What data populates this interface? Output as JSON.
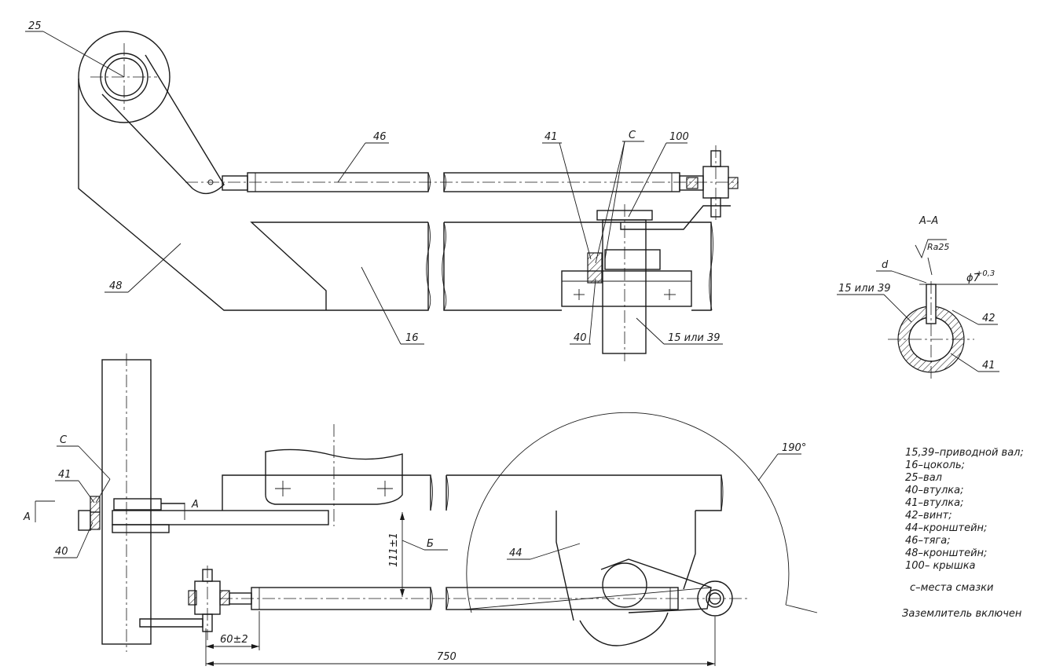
{
  "callouts": {
    "c25": "25",
    "c46": "46",
    "c41_top": "41",
    "c_top": "С",
    "c100": "100",
    "c48": "48",
    "c16": "16",
    "c40_top": "40",
    "c15_39_top": "15 или 39",
    "c_left": "С",
    "c41_left": "41",
    "c40_left": "40",
    "c44": "44",
    "c_b": "Б",
    "section_mark_left": "А",
    "section_mark_mid": "А"
  },
  "section_view": {
    "title": "А–А",
    "roughness": "Ra25",
    "d_label": "d",
    "hole_dim": "ϕ7",
    "hole_tol": "+0,3",
    "shaft_label": "15 или 39",
    "c42": "42",
    "c41": "41"
  },
  "dimensions": {
    "height": "111±1",
    "offset": "60±2",
    "length": "750",
    "angle": "190°"
  },
  "legend": [
    "15,39–приводной вал;",
    "16–цоколь;",
    "25–вал",
    "40–втулка;",
    "41–втулка;",
    "42–винт;",
    "44–кронштейн;",
    "46–тяга;",
    "48–кронштейн;",
    "100– крышка"
  ],
  "notes": {
    "lubrication": "с–места смазки",
    "state": "Заземлитель включен"
  }
}
